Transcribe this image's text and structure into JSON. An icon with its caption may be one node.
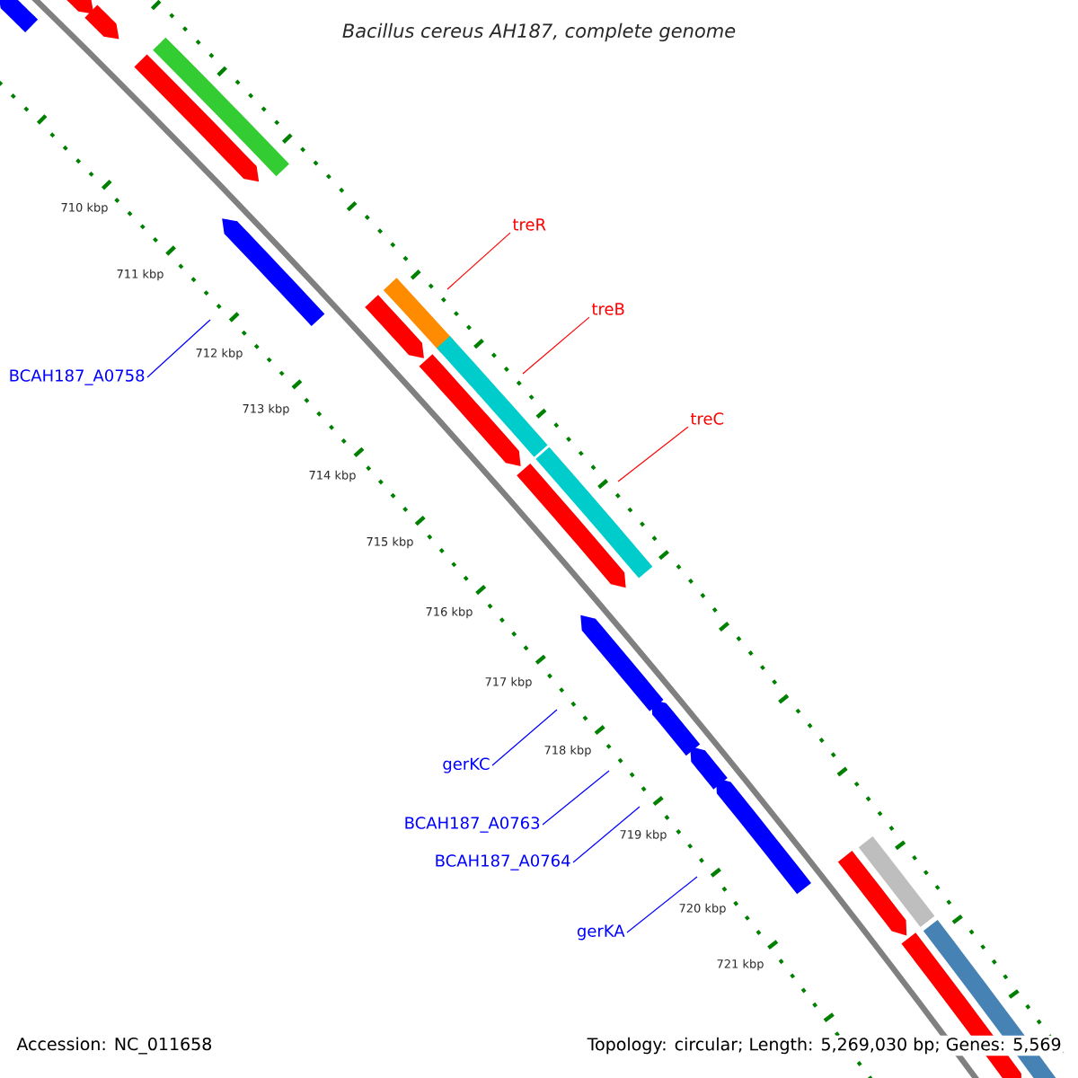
{
  "diagram": {
    "title": "Bacillus cereus AH187, complete genome",
    "nodes": [
      {
        "text": [
          "treR"
        ]
      },
      {
        "text": [
          "treB"
        ]
      },
      {
        "text": [
          "BCAH187_A0758"
        ]
      },
      {
        "text": [
          "treC"
        ]
      },
      {
        "text": [
          "gerKC"
        ]
      },
      {
        "text": [
          "BCAH187_A0763"
        ]
      },
      {
        "text": [
          "BCAH187_A0764"
        ]
      },
      {
        "text": [
          "gerKA"
        ]
      }
    ],
    "edges": [
      {
        "from": 0,
        "to": null,
        "arrow": "none",
        "color": "#ff0000"
      },
      {
        "from": 1,
        "to": null,
        "arrow": "none",
        "color": "#ff0000"
      },
      {
        "from": 2,
        "to": null,
        "arrow": "none",
        "color": "#0000ff"
      },
      {
        "from": 3,
        "to": null,
        "arrow": "none",
        "color": "#ff0000"
      },
      {
        "from": 4,
        "to": null,
        "arrow": "none",
        "color": "#0000ff"
      },
      {
        "from": 5,
        "to": null,
        "arrow": "none",
        "color": "#0000ff"
      },
      {
        "from": 6,
        "to": null,
        "arrow": "none",
        "color": "#0000ff"
      },
      {
        "from": 7,
        "to": null,
        "arrow": "none",
        "color": "#0000ff"
      }
    ],
    "labels": [
      "710 kbp",
      "711 kbp",
      "712 kbp",
      "713 kbp",
      "714 kbp",
      "715 kbp",
      "716 kbp",
      "717 kbp",
      "718 kbp",
      "719 kbp",
      "720 kbp",
      "721 kbp",
      "Accession: NC_011658",
      "Topology: circular; Length: 5,269,030 bp; Genes: 5,569"
    ]
  }
}
